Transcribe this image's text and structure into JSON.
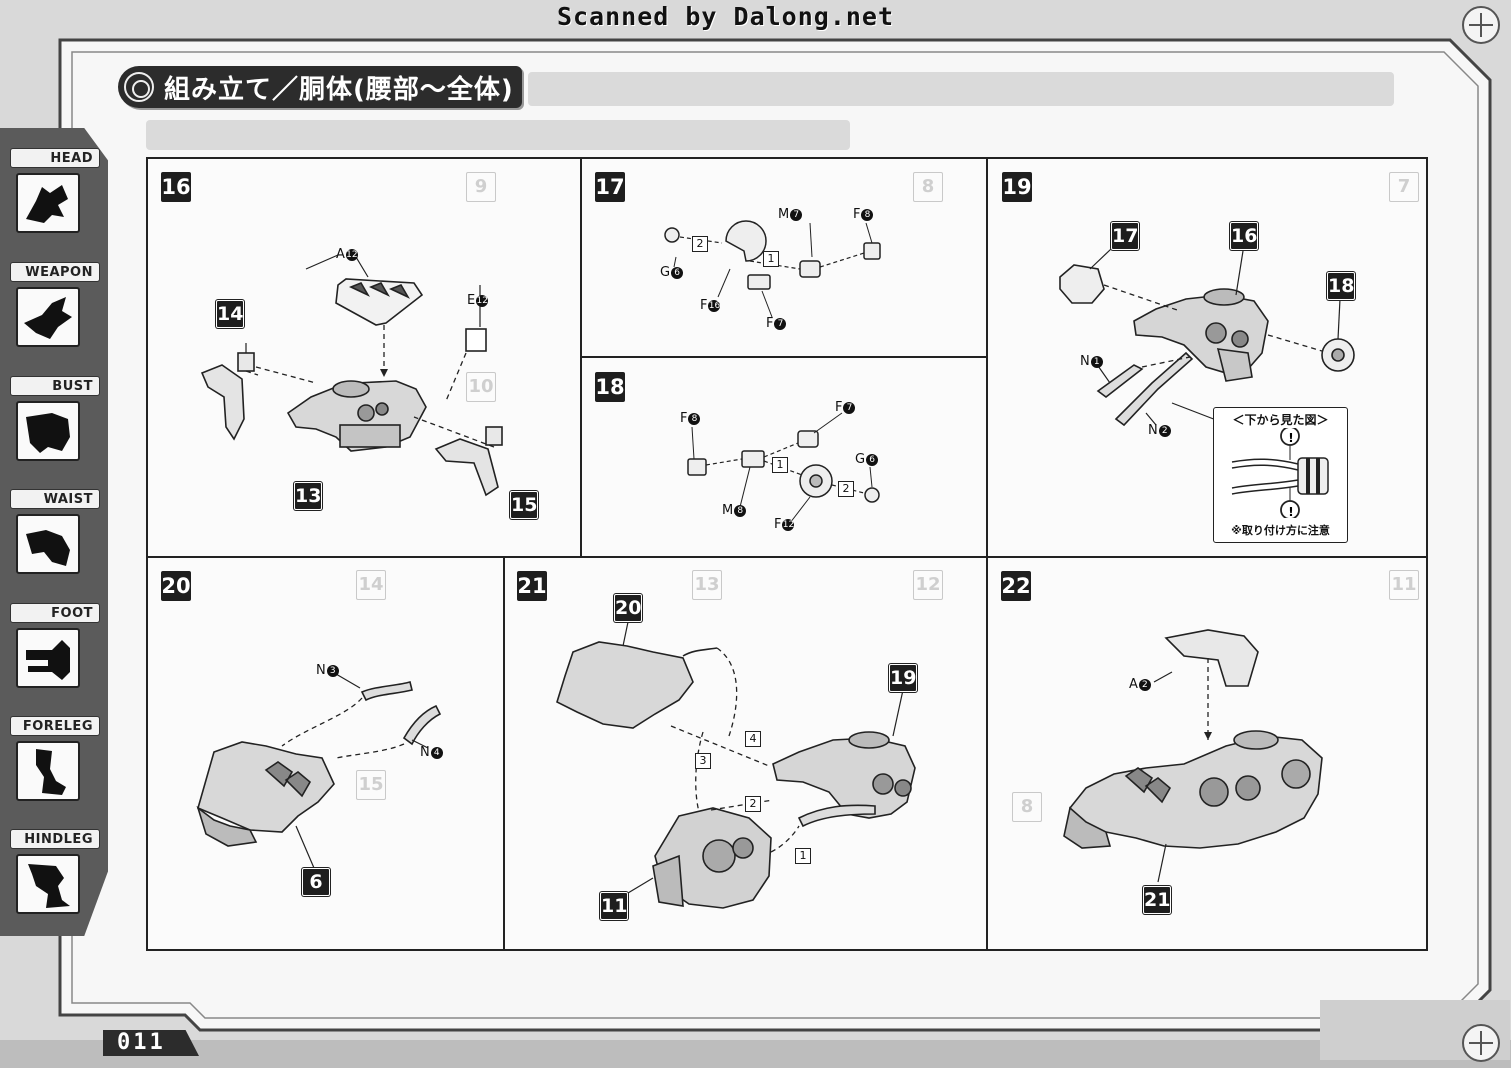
{
  "header": {
    "scan_credit": "Scanned by Dalong.net",
    "section_title": "組み立て／胴体(腰部～全体)"
  },
  "sidebar": {
    "items": [
      {
        "label": "HEAD"
      },
      {
        "label": "WEAPON"
      },
      {
        "label": "BUST"
      },
      {
        "label": "WAIST"
      },
      {
        "label": "FOOT"
      },
      {
        "label": "FORELEG"
      },
      {
        "label": "HINDLEG"
      }
    ]
  },
  "steps": {
    "s16": {
      "number": "16",
      "callouts": [
        "14",
        "13",
        "15"
      ],
      "parts": [
        {
          "letter": "A",
          "num": "12"
        },
        {
          "letter": "E",
          "num": "12"
        }
      ]
    },
    "s17": {
      "number": "17",
      "parts": [
        {
          "letter": "M",
          "num": "7"
        },
        {
          "letter": "F",
          "num": "8"
        },
        {
          "letter": "G",
          "num": "6"
        },
        {
          "letter": "F",
          "num": "16"
        },
        {
          "letter": "F",
          "num": "7"
        }
      ],
      "seq": [
        "2",
        "1"
      ]
    },
    "s18": {
      "number": "18",
      "parts": [
        {
          "letter": "F",
          "num": "8"
        },
        {
          "letter": "F",
          "num": "7"
        },
        {
          "letter": "G",
          "num": "6"
        },
        {
          "letter": "M",
          "num": "8"
        },
        {
          "letter": "F",
          "num": "12"
        }
      ],
      "seq": [
        "1",
        "2"
      ]
    },
    "s19": {
      "number": "19",
      "callouts": [
        "17",
        "16",
        "18"
      ],
      "parts": [
        {
          "letter": "N",
          "num": "1"
        },
        {
          "letter": "N",
          "num": "2"
        }
      ],
      "view_title": "＜下から見た図＞",
      "view_note": "※取り付け方に注意",
      "caution": "!"
    },
    "s20": {
      "number": "20",
      "callouts": [
        "6"
      ],
      "parts": [
        {
          "letter": "N",
          "num": "3"
        },
        {
          "letter": "N",
          "num": "4"
        }
      ]
    },
    "s21": {
      "number": "21",
      "callouts": [
        "20",
        "19",
        "11"
      ],
      "seq": [
        "4",
        "3",
        "2",
        "1"
      ]
    },
    "s22": {
      "number": "22",
      "callouts": [
        "21"
      ],
      "parts": [
        {
          "letter": "A",
          "num": "2"
        }
      ]
    }
  },
  "footer": {
    "page_number": "011"
  }
}
